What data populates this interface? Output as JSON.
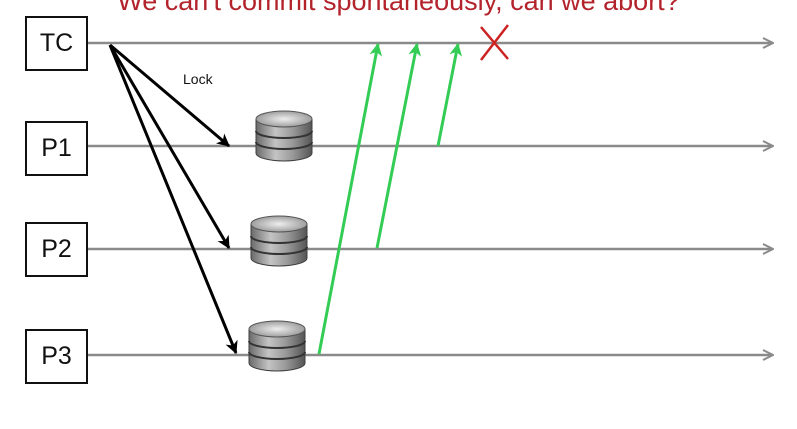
{
  "title": "We can't commit spontaneously, can we abort?",
  "participants": [
    {
      "id": "tc",
      "label": "TC"
    },
    {
      "id": "p1",
      "label": "P1"
    },
    {
      "id": "p2",
      "label": "P2"
    },
    {
      "id": "p3",
      "label": "P3"
    }
  ],
  "lock_label": "Lock",
  "icons": {
    "database": "database-icon",
    "abort": "x-cross-icon"
  },
  "colors": {
    "title": "#b3232c",
    "timeline": "#8a8a8a",
    "lock_arrow": "#000000",
    "vote_arrow": "#33cc55",
    "abort_mark": "#cc2222"
  }
}
